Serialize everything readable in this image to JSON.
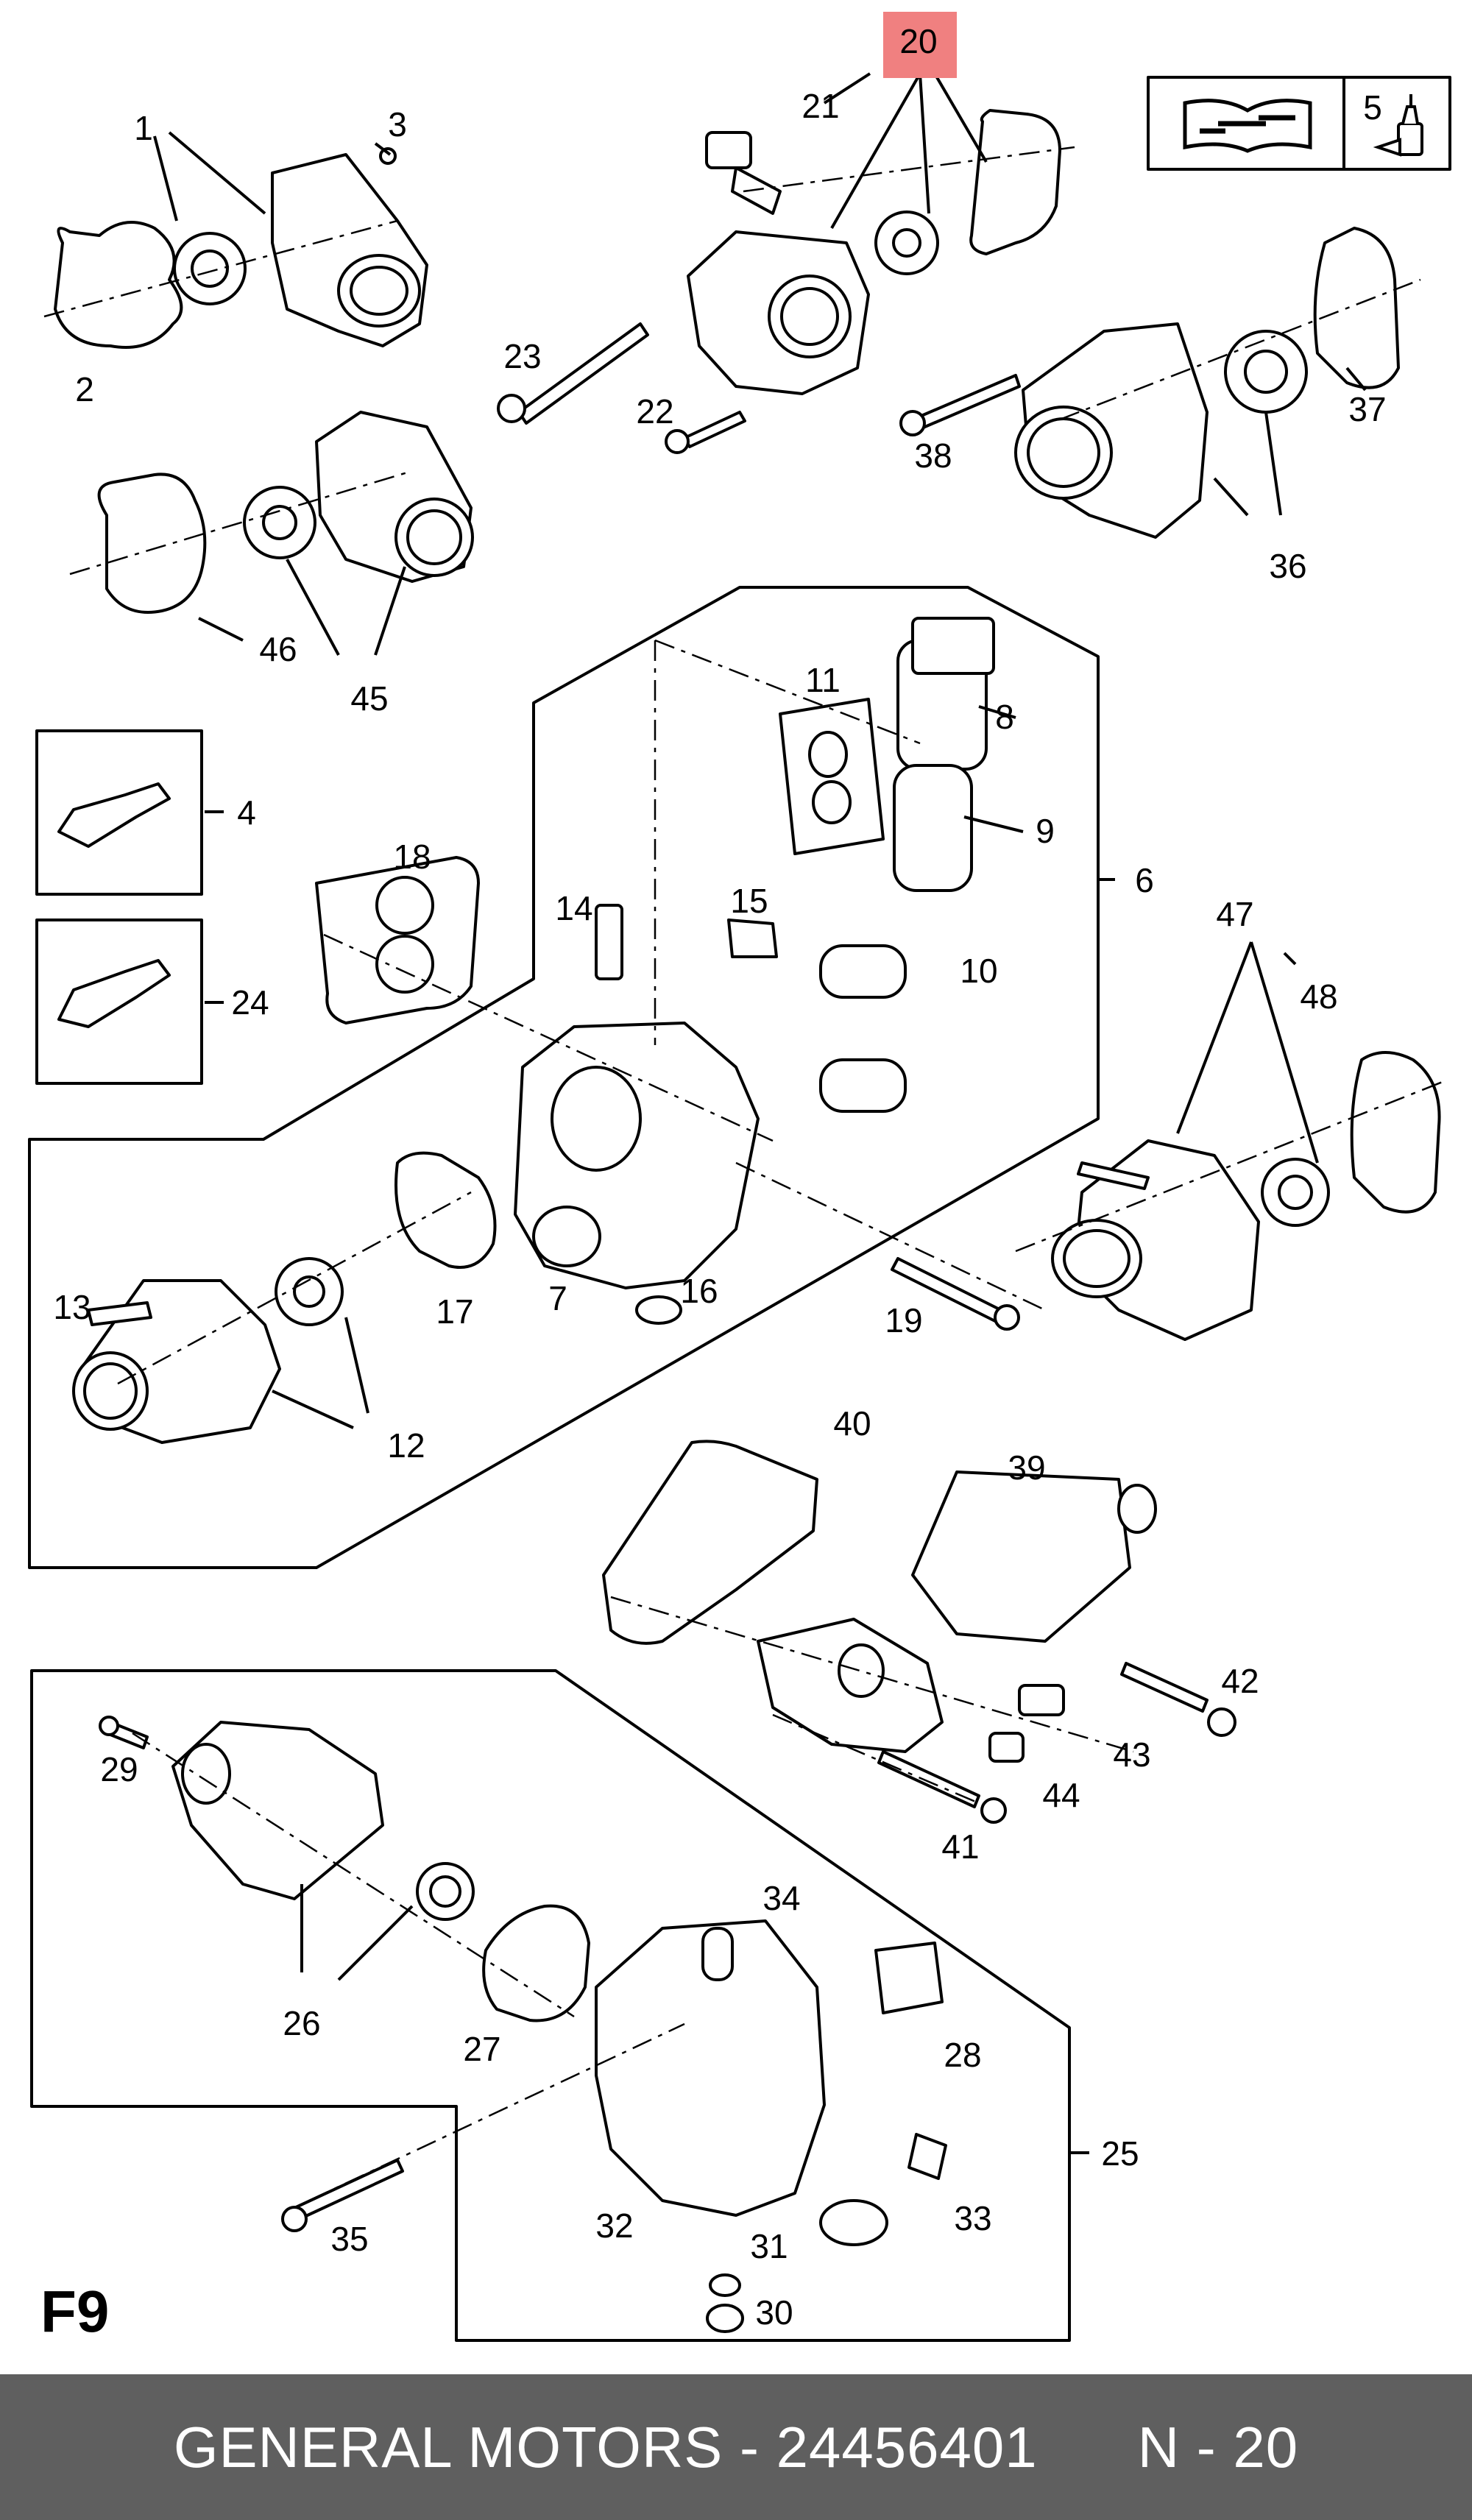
{
  "diagram": {
    "page_code": "F9",
    "highlighted_callout": "20",
    "highlight_color": "#f08080",
    "callouts": [
      "1",
      "2",
      "3",
      "4",
      "5",
      "6",
      "7",
      "8",
      "9",
      "10",
      "11",
      "12",
      "13",
      "14",
      "15",
      "16",
      "17",
      "18",
      "19",
      "20",
      "21",
      "22",
      "23",
      "24",
      "25",
      "26",
      "27",
      "28",
      "29",
      "30",
      "31",
      "32",
      "33",
      "34",
      "35",
      "36",
      "37",
      "38",
      "39",
      "40",
      "41",
      "42",
      "43",
      "44",
      "45",
      "46",
      "47",
      "48"
    ],
    "icons": [
      "service-manual-icon",
      "lubricant-bottle-icon"
    ]
  },
  "footer": {
    "text": "GENERAL MOTORS - 24456401      N - 20",
    "background": "#5f5f5f"
  }
}
